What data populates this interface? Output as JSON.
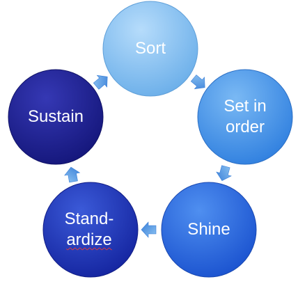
{
  "cycle": {
    "steps": [
      {
        "label": "Sort",
        "color": "#78b8ee"
      },
      {
        "label_lines": [
          "Set in",
          "order"
        ],
        "color": "#3f8fe6"
      },
      {
        "label": "Shine",
        "color": "#2563d8"
      },
      {
        "label_lines": [
          "Stand-",
          "ardize"
        ],
        "color": "#1a2fb4",
        "spellcheck_underline": "ardize"
      },
      {
        "label": "Sustain",
        "color": "#1c1f90"
      }
    ],
    "arrow_color": "#5aa0e6"
  }
}
